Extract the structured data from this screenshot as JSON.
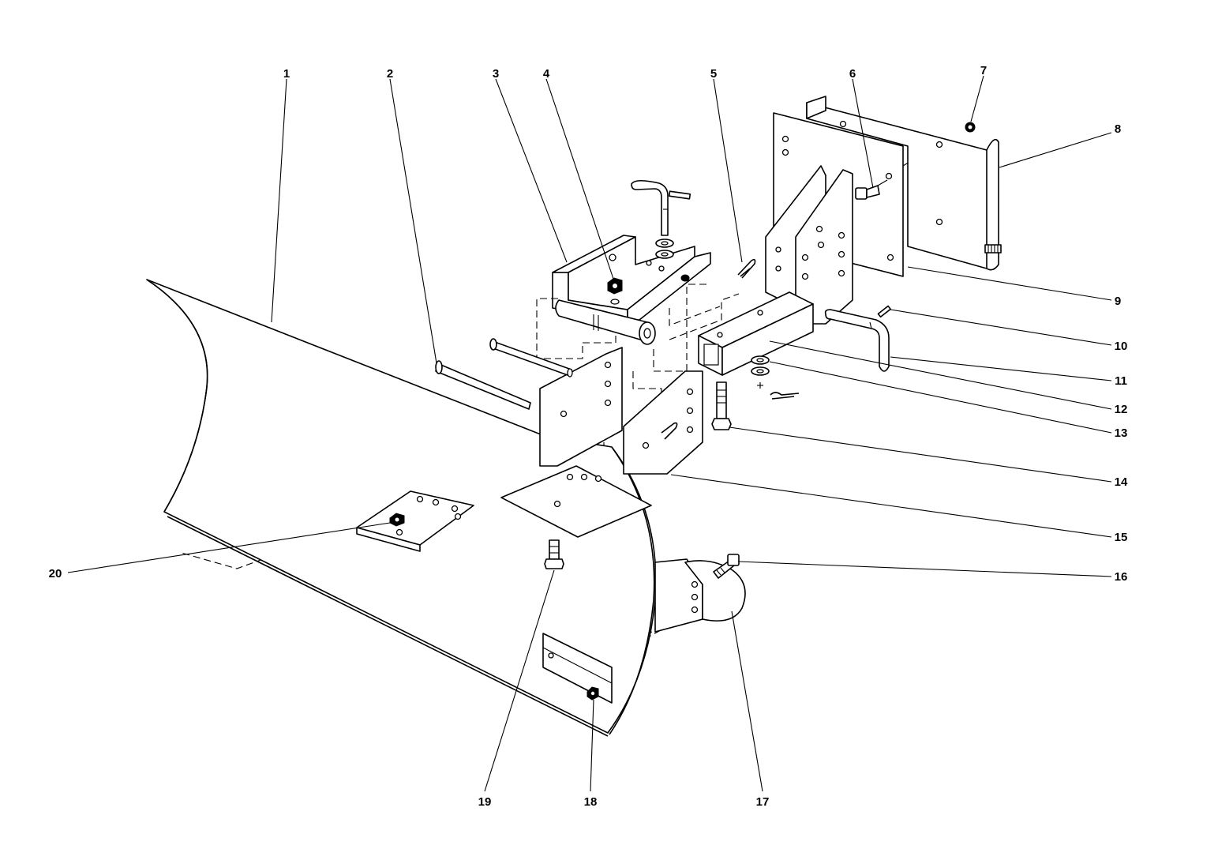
{
  "diagram": {
    "callouts": [
      {
        "number": "1"
      },
      {
        "number": "2"
      },
      {
        "number": "3"
      },
      {
        "number": "4"
      },
      {
        "number": "5"
      },
      {
        "number": "6"
      },
      {
        "number": "7"
      },
      {
        "number": "8"
      },
      {
        "number": "9"
      },
      {
        "number": "10"
      },
      {
        "number": "11"
      },
      {
        "number": "12"
      },
      {
        "number": "13"
      },
      {
        "number": "14"
      },
      {
        "number": "15"
      },
      {
        "number": "16"
      },
      {
        "number": "17"
      },
      {
        "number": "18"
      },
      {
        "number": "19"
      },
      {
        "number": "20"
      }
    ]
  }
}
